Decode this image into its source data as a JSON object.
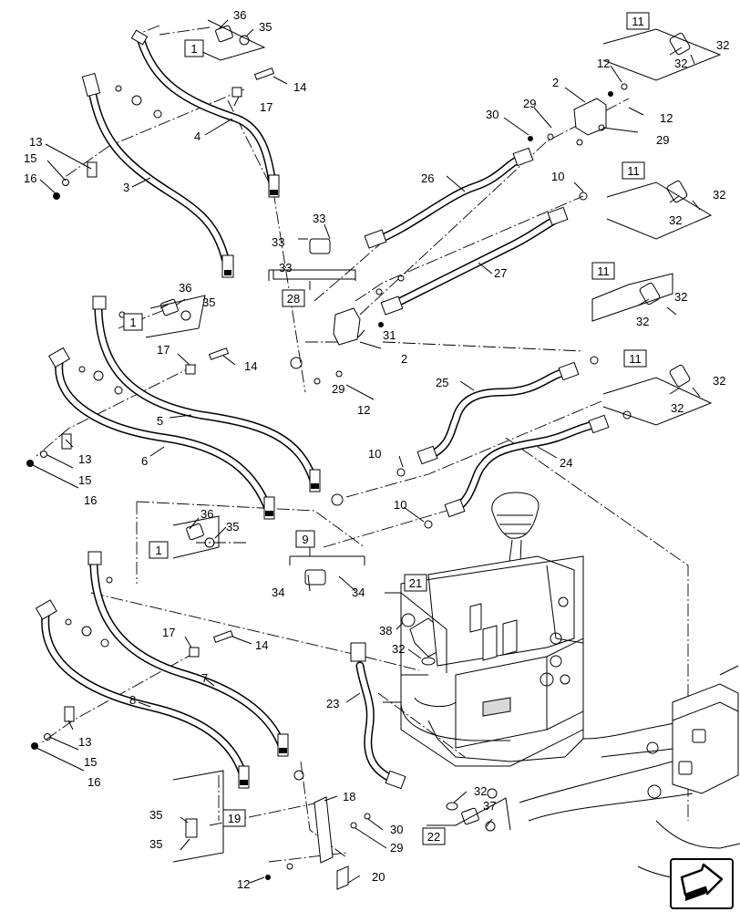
{
  "diagram": {
    "callouts": {
      "c36a": "36",
      "c35a": "35",
      "c14a": "14",
      "c17a": "17",
      "c4": "4",
      "c13a": "13",
      "c15a": "15",
      "c16a": "16",
      "c3": "3",
      "c2a": "2",
      "c12a": "12",
      "c32a": "32",
      "c32b": "32",
      "c29a": "29",
      "c30a": "30",
      "c12b": "12",
      "c29b": "29",
      "c26": "26",
      "c10a": "10",
      "c32c": "32",
      "c32d": "32",
      "c33a": "33",
      "c33b": "33",
      "c33c": "33",
      "c27": "27",
      "c36b": "36",
      "c35b": "35",
      "c31": "31",
      "c2b": "2",
      "c32e": "32",
      "c32f": "32",
      "c17b": "17",
      "c14b": "14",
      "c29c": "29",
      "c12c": "12",
      "c25": "25",
      "c32g": "32",
      "c32h": "32",
      "c5": "5",
      "c6": "6",
      "c13b": "13",
      "c15b": "15",
      "c16b": "16",
      "c10b": "10",
      "c24": "24",
      "c10c": "10",
      "c36c": "36",
      "c35c": "35",
      "c34a": "34",
      "c34b": "34",
      "c38": "38",
      "c32i": "32",
      "c17c": "17",
      "c14c": "14",
      "c7": "7",
      "c8": "8",
      "c23": "23",
      "c13c": "13",
      "c15c": "15",
      "c16c": "16",
      "c18": "18",
      "c35d": "35",
      "c35e": "35",
      "c30b": "30",
      "c29d": "29",
      "c32j": "32",
      "c37": "37",
      "c12d": "12",
      "c20": "20"
    },
    "boxed": {
      "b1a": "1",
      "b11a": "11",
      "b11b": "11",
      "b28": "28",
      "b1b": "1",
      "b11c": "11",
      "b11d": "11",
      "b9": "9",
      "b1c": "1",
      "b21": "21",
      "b19": "19",
      "b22": "22"
    },
    "nav_icon": "next-page-arrow-icon"
  }
}
